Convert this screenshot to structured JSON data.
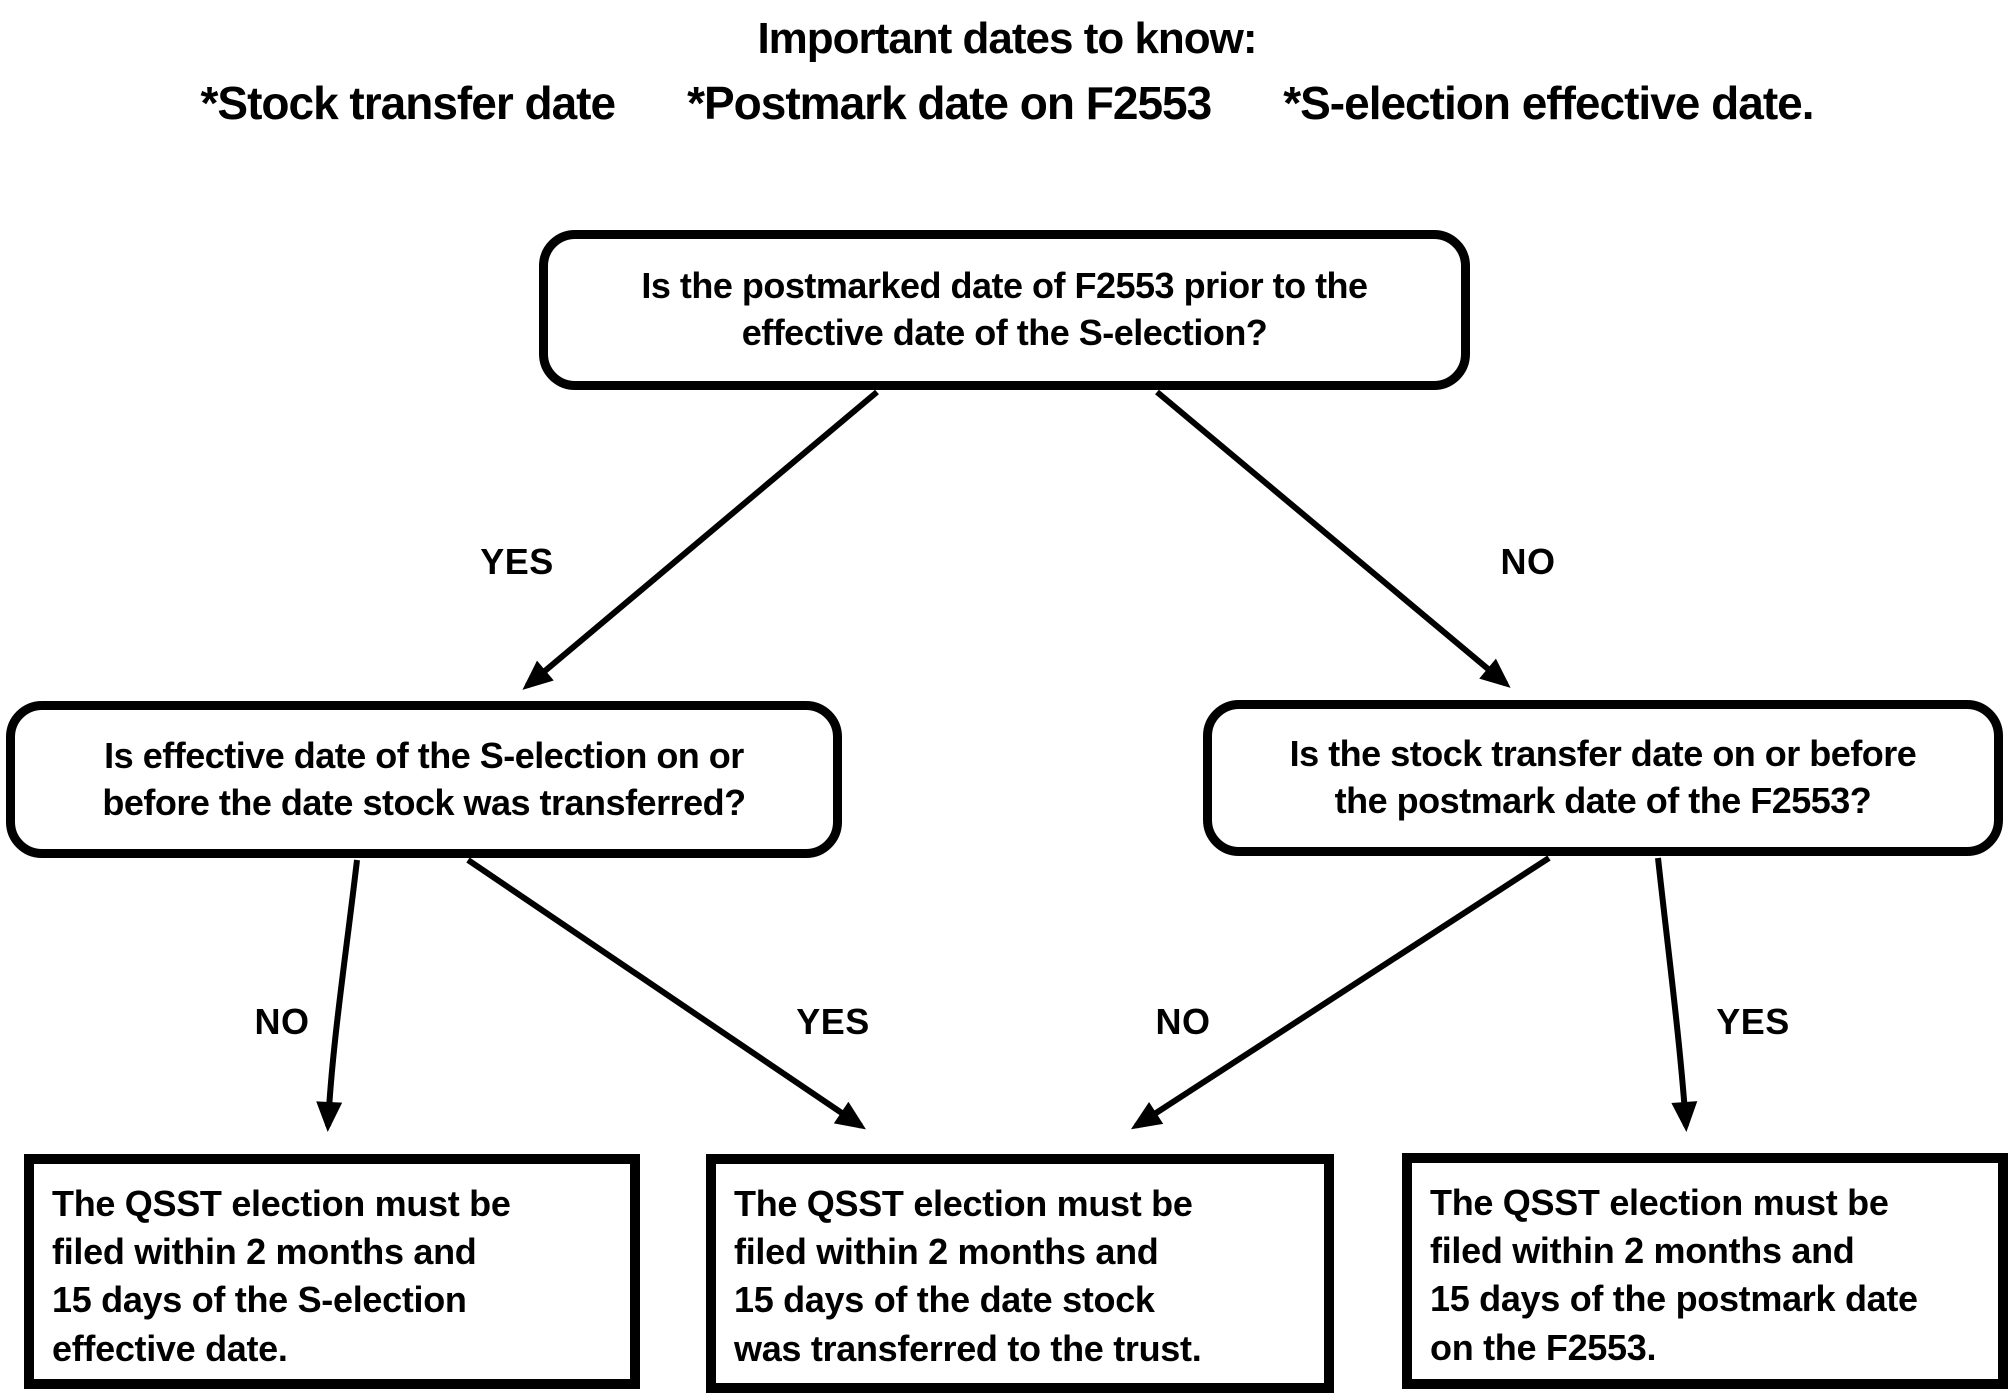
{
  "page": {
    "background": "#ffffff",
    "ink": "#000000"
  },
  "header": {
    "title": "Important dates to know:",
    "key_dates": [
      "*Stock transfer date",
      "*Postmark date on F2553",
      "*S-election effective date."
    ]
  },
  "flowchart": {
    "question_root": "Is the postmarked date of F2553 prior to the\neffective date of the S-election?",
    "question_left": "Is effective date of the S-election on or\nbefore the date stock was transferred?",
    "question_right": "Is the stock transfer date on or before\nthe postmark date of the F2553?",
    "outcome_left": "The QSST election must be\nfiled within 2 months and\n15 days of the S-election\neffective date.",
    "outcome_middle": "The QSST election must be\nfiled within 2 months and\n15 days of the date stock\nwas transferred to the trust.",
    "outcome_right": "The QSST election must be\nfiled within 2 months and\n15 days of the postmark date\non the F2553.",
    "labels": {
      "root_yes": "YES",
      "root_no": "NO",
      "left_no": "NO",
      "left_yes": "YES",
      "right_no": "NO",
      "right_yes": "YES"
    }
  }
}
